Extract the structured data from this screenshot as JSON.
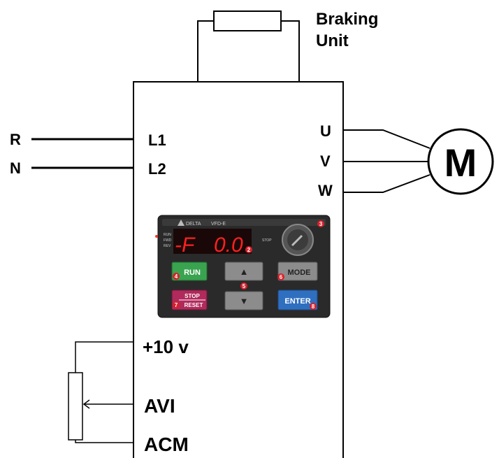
{
  "braking_unit": {
    "line1": "Braking",
    "line2": "Unit"
  },
  "inputs": {
    "r": "R",
    "n": "N",
    "l1": "L1",
    "l2": "L2"
  },
  "outputs": {
    "u": "U",
    "v": "V",
    "w": "W",
    "motor": "M"
  },
  "control_terminals": {
    "plus10v": "+10 v",
    "avi": "AVI",
    "acm": "ACM"
  },
  "keypad": {
    "brand": "DELTA",
    "model": "VFD-E",
    "indicators": [
      "RUN",
      "FWD",
      "REV"
    ],
    "stop_indicator": "STOP",
    "display_f": "-F",
    "display_value": "0.0",
    "run_label": "RUN",
    "stop_label": "STOP",
    "reset_label": "RESET",
    "mode_label": "MODE",
    "enter_label": "ENTER",
    "up_arrow": "▲",
    "down_arrow": "▼",
    "callouts": {
      "display": "2",
      "knob": "3",
      "run": "4",
      "updown": "5",
      "mode": "6",
      "stop": "7",
      "enter": "8"
    }
  },
  "colors": {
    "run_button": "#3aa350",
    "stop_button": "#b02a5b",
    "enter_button": "#2f6fc0",
    "led": "#ff2020",
    "callout": "#d8202a",
    "keypad_body": "#2a2a2a"
  }
}
